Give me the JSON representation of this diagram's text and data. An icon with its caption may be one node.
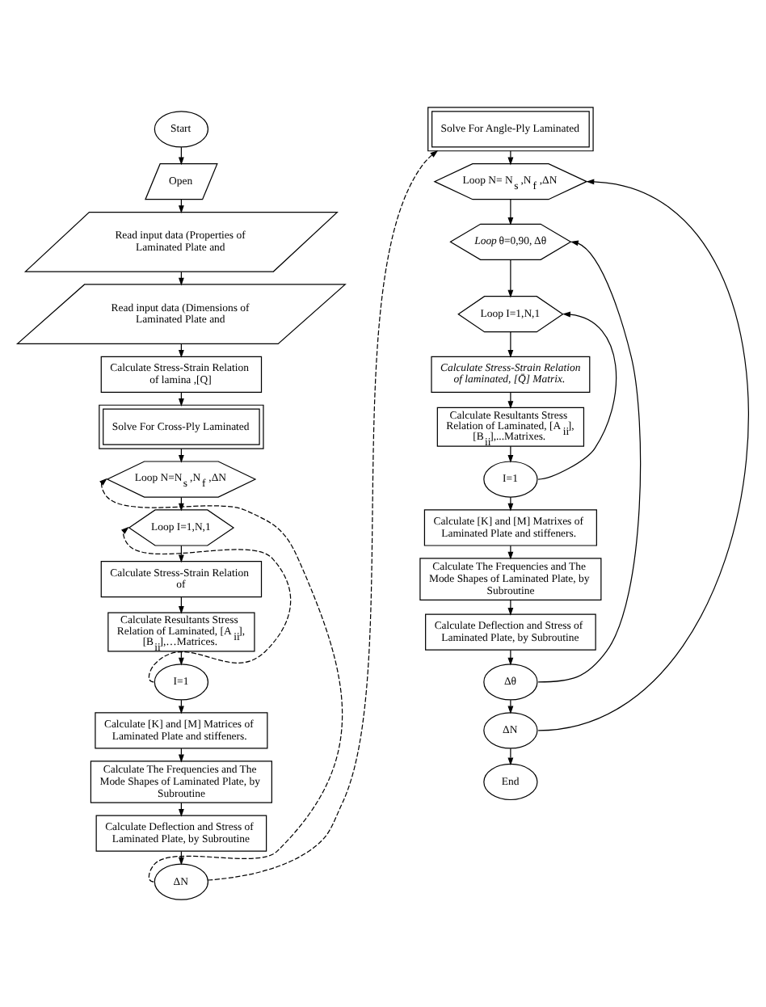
{
  "diagram": {
    "nodes": [
      {
        "text": [
          "Start"
        ]
      },
      {
        "text": [
          "Open"
        ]
      },
      {
        "text": [
          "Read input data (Properties of Laminated Plate and"
        ]
      },
      {
        "text": [
          "Read input data (Dimensions of Laminated Plate and"
        ]
      },
      {
        "text": [
          "Calculate Stress-Strain Relation of lamina ,[Q]"
        ]
      },
      {
        "text": [
          "Solve For Cross-Ply Laminated"
        ]
      },
      {
        "text": [
          "Loop N=N$_{s}$ ,N$_{f}$ ,ΔN"
        ]
      },
      {
        "text": [
          "Loop I=1,N,1"
        ]
      },
      {
        "text": [
          "Calculate Stress-Strain Relation of"
        ]
      },
      {
        "text": [
          "Calculate Resultants Stress Relation of Laminated, [A$_{ii}$], [B$_{ii}$],…Matrices."
        ]
      },
      {
        "text": [
          "I=1"
        ]
      },
      {
        "text": [
          "Calculate [K] and [M] Matrices of Laminated Plate and stiffeners."
        ]
      },
      {
        "text": [
          "Calculate The Frequencies and The Mode Shapes of Laminated Plate, by Subroutine"
        ]
      },
      {
        "text": [
          "Calculate Deflection and Stress of Laminated Plate, by Subroutine"
        ]
      },
      {
        "text": [
          "ΔN"
        ]
      },
      {
        "text": [
          "Solve For Angle-Ply Laminated"
        ]
      },
      {
        "text": [
          "Loop N= N$_{s}$ ,N$_{f}$ ,ΔN"
        ]
      },
      {
        "text": [
          "*Loop* θ=0,90, Δθ"
        ]
      },
      {
        "text": [
          "Loop I=1,N,1"
        ]
      },
      {
        "text": [
          "Calculate Stress-Strain Relation of laminated, [Q̄] Matrix."
        ]
      },
      {
        "text": [
          "Calculate Resultants Stress Relation of Laminated, [A$_{ii}$], [B$_{ii}$],...Matrixes."
        ]
      },
      {
        "text": [
          "I=1"
        ]
      },
      {
        "text": [
          "Calculate [K] and [M] Matrixes of Laminated Plate and stiffeners."
        ]
      },
      {
        "text": [
          "Calculate The Frequencies and The Mode Shapes of Laminated Plate, by Subroutine"
        ]
      },
      {
        "text": [
          "Calculate Deflection and Stress of Laminated Plate, by Subroutine"
        ]
      },
      {
        "text": [
          "Δθ"
        ]
      },
      {
        "text": [
          "ΔN"
        ]
      },
      {
        "text": [
          "End"
        ]
      }
    ],
    "edges": [
      {
        "from": 0,
        "to": 1,
        "arrow": "to"
      },
      {
        "from": 1,
        "to": 2,
        "arrow": "to"
      },
      {
        "from": 2,
        "to": 3,
        "arrow": "to"
      },
      {
        "from": 3,
        "to": 4,
        "arrow": "to"
      },
      {
        "from": 4,
        "to": 5,
        "arrow": "to"
      },
      {
        "from": 5,
        "to": 6,
        "arrow": "to"
      },
      {
        "from": 6,
        "to": 7,
        "arrow": "to"
      },
      {
        "from": 7,
        "to": 8,
        "arrow": "to"
      },
      {
        "from": 8,
        "to": 9,
        "arrow": "to"
      },
      {
        "from": 9,
        "to": 10,
        "arrow": "to"
      },
      {
        "from": 10,
        "to": 11,
        "arrow": "to"
      },
      {
        "from": 11,
        "to": 12,
        "arrow": "to"
      },
      {
        "from": 12,
        "to": 13,
        "arrow": "to"
      },
      {
        "from": 13,
        "to": 14,
        "arrow": "to"
      },
      {
        "from": 10,
        "to": 7,
        "arrow": "to",
        "style": "dashed"
      },
      {
        "from": 14,
        "to": 6,
        "arrow": "to",
        "style": "dashed"
      },
      {
        "from": 14,
        "to": 15,
        "arrow": "to",
        "style": "dashed"
      },
      {
        "from": 15,
        "to": 16,
        "arrow": "to"
      },
      {
        "from": 16,
        "to": 17,
        "arrow": "to"
      },
      {
        "from": 17,
        "to": 18,
        "arrow": "to"
      },
      {
        "from": 18,
        "to": 19,
        "arrow": "to"
      },
      {
        "from": 19,
        "to": 20,
        "arrow": "to"
      },
      {
        "from": 20,
        "to": 21,
        "arrow": "to"
      },
      {
        "from": 21,
        "to": 18,
        "arrow": "to"
      },
      {
        "from": 21,
        "to": 22,
        "arrow": "to"
      },
      {
        "from": 22,
        "to": 23,
        "arrow": "to"
      },
      {
        "from": 23,
        "to": 24,
        "arrow": "to"
      },
      {
        "from": 24,
        "to": 25,
        "arrow": "to"
      },
      {
        "from": 25,
        "to": 26,
        "arrow": "to"
      },
      {
        "from": 26,
        "to": 27,
        "arrow": "to"
      },
      {
        "from": 25,
        "to": 17,
        "arrow": "to"
      },
      {
        "from": 26,
        "to": 16,
        "arrow": "to"
      }
    ]
  }
}
